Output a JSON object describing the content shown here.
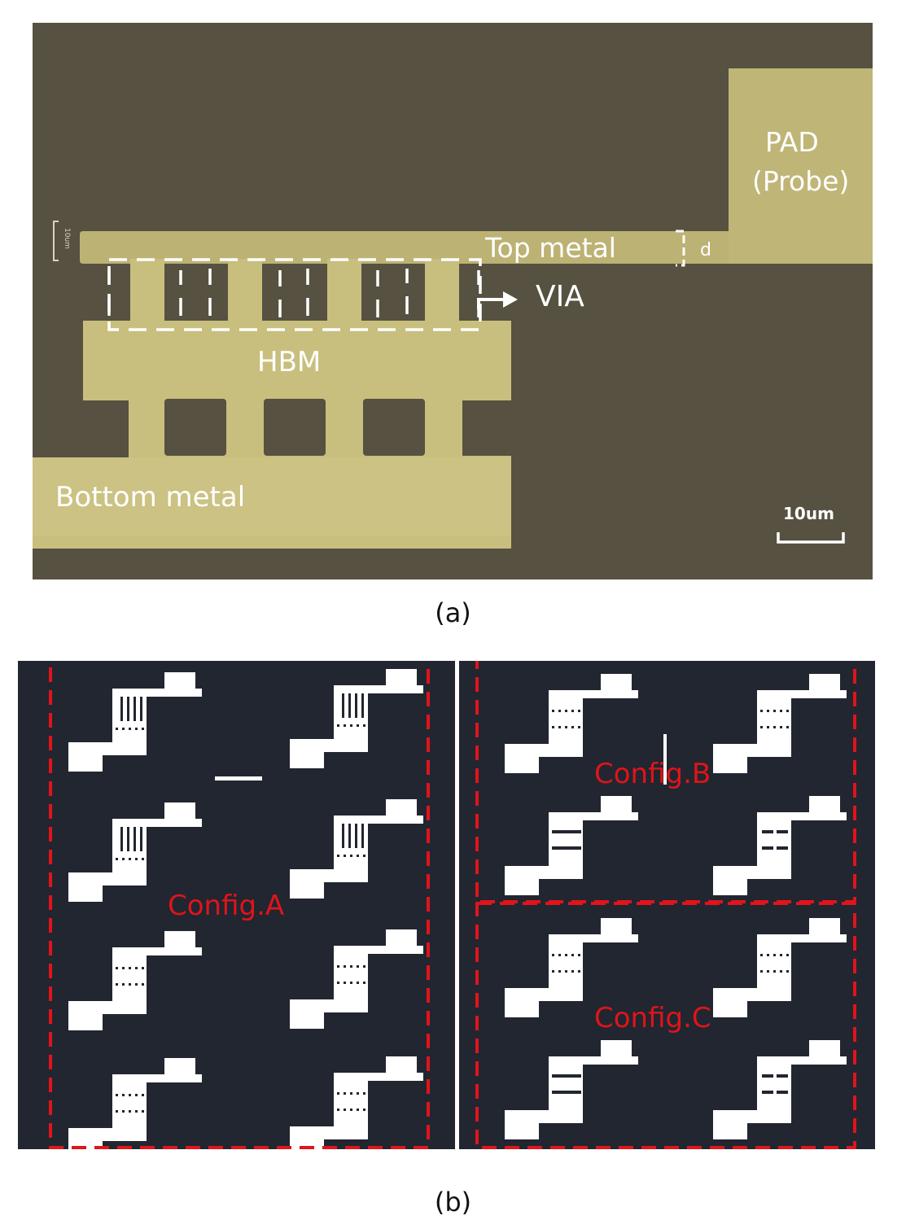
{
  "figure": {
    "panel_a": {
      "caption": "(a)",
      "labels": {
        "pad_line1": "PAD",
        "pad_line2": "(Probe)",
        "top_metal": "Top metal",
        "d": "d",
        "via": "VIA",
        "hbm": "HBM",
        "bottom_metal": "Bottom metal",
        "scale_bar": "10um",
        "scale_bar_rotated": "10um"
      },
      "colors": {
        "substrate": "#565140",
        "metal": "#c8bf7e",
        "pad": "#bcb274",
        "annotation": "#ffffff"
      }
    },
    "panel_b": {
      "caption": "(b)",
      "groups": [
        {
          "label": "Config.A"
        },
        {
          "label": "Config.B"
        },
        {
          "label": "Config.C"
        }
      ],
      "colors": {
        "background": "#212630",
        "structure": "#ffffff",
        "highlight": "#e0141a"
      }
    }
  }
}
